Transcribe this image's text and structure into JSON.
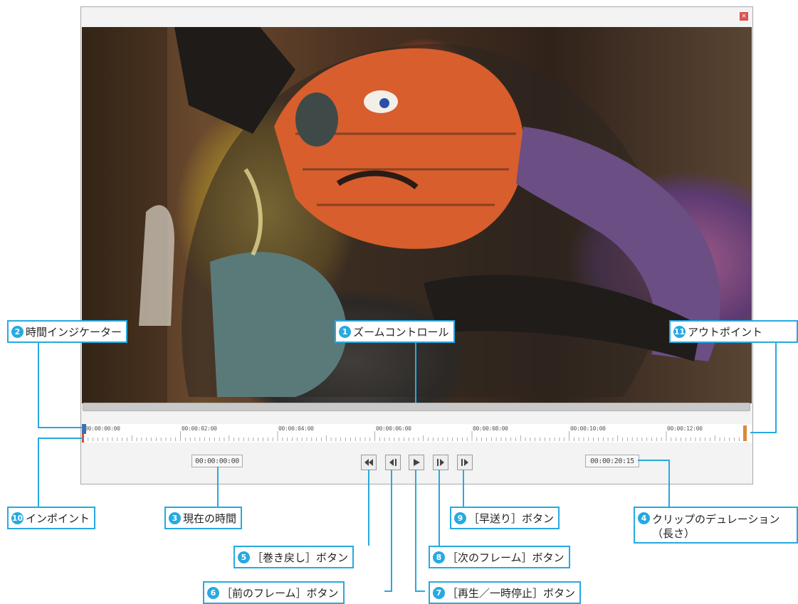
{
  "window": {
    "close_label": "×"
  },
  "ruler": {
    "ticks": [
      "00:00:00:00",
      "00:00:02:00",
      "00:00:04:00",
      "00:00:06:00",
      "00:00:08:00",
      "00:00:10:00",
      "00:00:12:00"
    ]
  },
  "current_time": "00:00:00:00",
  "duration": "00:00:20:15",
  "controls": [
    {
      "name": "rewind",
      "icon": "rewind-icon"
    },
    {
      "name": "previous-frame",
      "icon": "previous-frame-icon"
    },
    {
      "name": "play-pause",
      "icon": "play-icon"
    },
    {
      "name": "next-frame",
      "icon": "next-frame-icon"
    },
    {
      "name": "fast-forward",
      "icon": "fast-forward-icon"
    }
  ],
  "callouts": {
    "c1": {
      "num": "1",
      "text": "ズームコントロール"
    },
    "c2": {
      "num": "2",
      "text": "時間インジケーター"
    },
    "c3": {
      "num": "3",
      "text": "現在の時間"
    },
    "c4": {
      "num": "4",
      "text": "クリップのデュレーション（長さ）"
    },
    "c5": {
      "num": "5",
      "text": "［巻き戻し］ボタン"
    },
    "c6": {
      "num": "6",
      "text": "［前のフレーム］ボタン"
    },
    "c7": {
      "num": "7",
      "text": "［再生／一時停止］ボタン"
    },
    "c8": {
      "num": "8",
      "text": "［次のフレーム］ボタン"
    },
    "c9": {
      "num": "9",
      "text": "［早送り］ボタン"
    },
    "c10": {
      "num": "10",
      "text": "インポイント"
    },
    "c11": {
      "num": "11",
      "text": "アウトポイント"
    }
  },
  "colors": {
    "callout_accent": "#27a9e1",
    "playhead": "#3a6fb5",
    "inpoint": "#d8502e",
    "outpoint": "#d98a3a"
  }
}
